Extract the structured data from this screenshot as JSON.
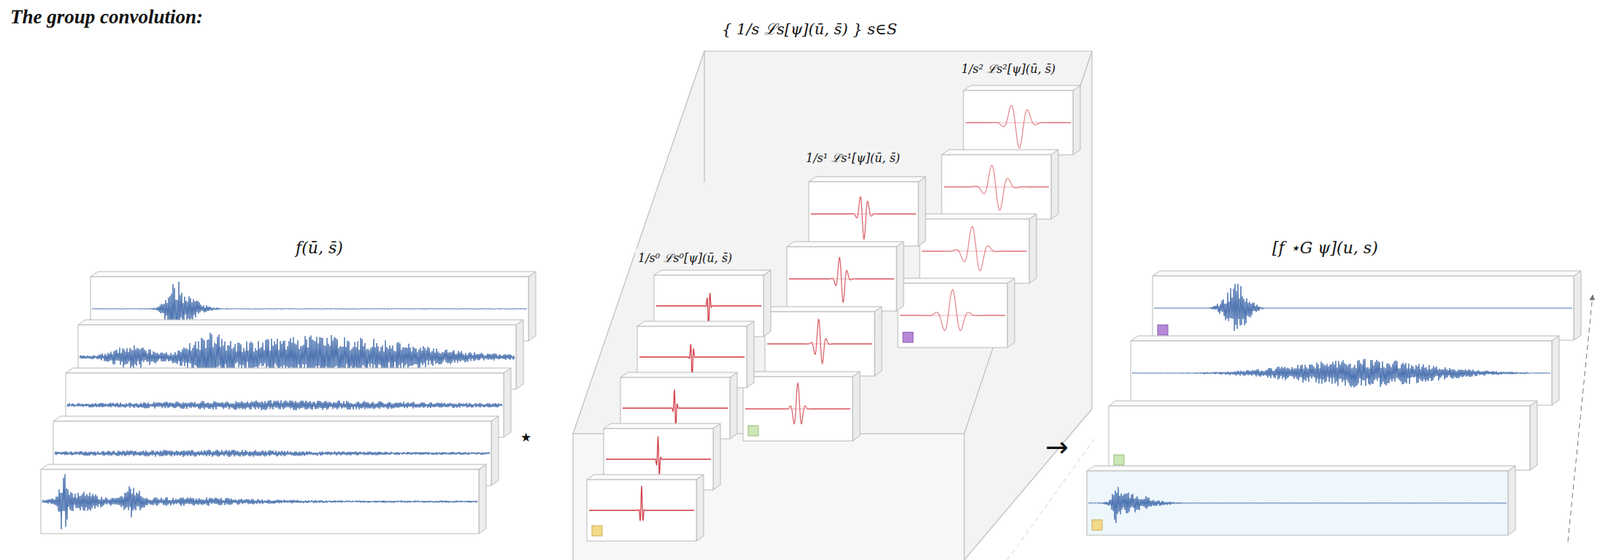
{
  "diagram": {
    "title": "The group convolution:",
    "nodes": [
      {
        "text": [
          "f(ū, s̄)"
        ]
      },
      {
        "text": [
          "{ 1/s ℒs[ψ](ū, s̄) } s∈S"
        ]
      },
      {
        "text": [
          "1/s⁰ ℒs⁰[ψ](ū, s̄)"
        ],
        "in": 1
      },
      {
        "text": [
          "1/s¹ ℒs¹[ψ](ū, s̄)"
        ],
        "in": 1
      },
      {
        "text": [
          "1/s² ℒs²[ψ](ū, s̄)"
        ],
        "in": 1
      },
      {
        "text": [
          "[f ⋆G ψ](u, s)"
        ]
      }
    ],
    "labels": [
      "⋆",
      "→"
    ]
  }
}
